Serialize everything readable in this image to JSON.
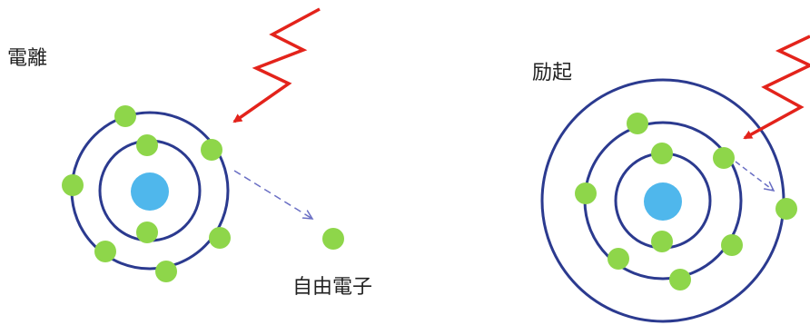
{
  "labels": {
    "ionization": "電離",
    "excitation": "励起",
    "free_electron": "自由電子"
  },
  "colors": {
    "orbit": "#2b3a8f",
    "electron": "#8ed64a",
    "nucleus": "#4fb7ec",
    "radiation": "#e3231b",
    "electron_path": "#6a6fc4"
  }
}
